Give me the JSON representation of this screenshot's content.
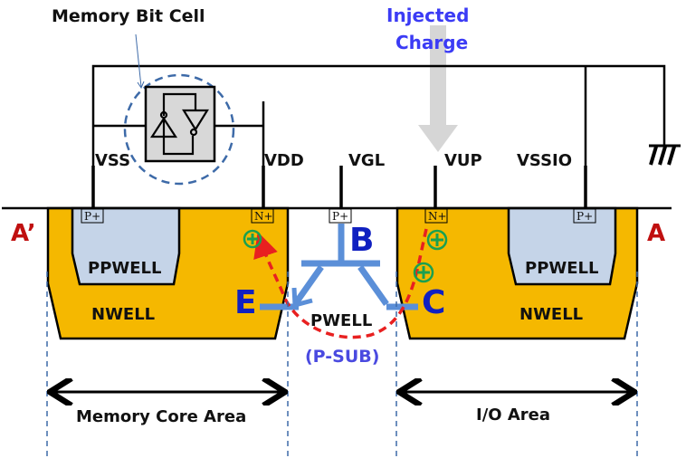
{
  "title": "Memory Bit Cell",
  "injected_charge": {
    "line1": "Injected",
    "line2": "Charge"
  },
  "pins": {
    "vss": "VSS",
    "vdd": "VDD",
    "vgl": "VGL",
    "vup": "VUP",
    "vssio": "VSSIO"
  },
  "contacts": {
    "left_p": "P+",
    "left_n": "N+",
    "mid_p": "P+",
    "right_n": "N+",
    "right_p": "P+"
  },
  "wells": {
    "left_ppwell": "PPWELL",
    "left_nwell": "NWELL",
    "pwell": "PWELL",
    "psub": "(P-SUB)",
    "right_ppwell": "PPWELL",
    "right_nwell": "NWELL"
  },
  "transistor": {
    "base": "B",
    "emitter": "E",
    "collector": "C"
  },
  "section": {
    "left": "A’",
    "right": "A"
  },
  "areas": {
    "memory_core": "Memory Core Area",
    "io": "I/O Area"
  },
  "icons": {
    "ground": "ground-symbol",
    "charge": "plus-circle",
    "latch": "cross-coupled-inverters"
  },
  "colors": {
    "nwell": "#f5b800",
    "ppwell": "#c5d4e8",
    "bjt": "#5b8fd8",
    "path": "#e82020",
    "charge": "#1aa050",
    "arrow_gray": "#d6d6d6",
    "dashed_blue": "#3d6aa8"
  }
}
